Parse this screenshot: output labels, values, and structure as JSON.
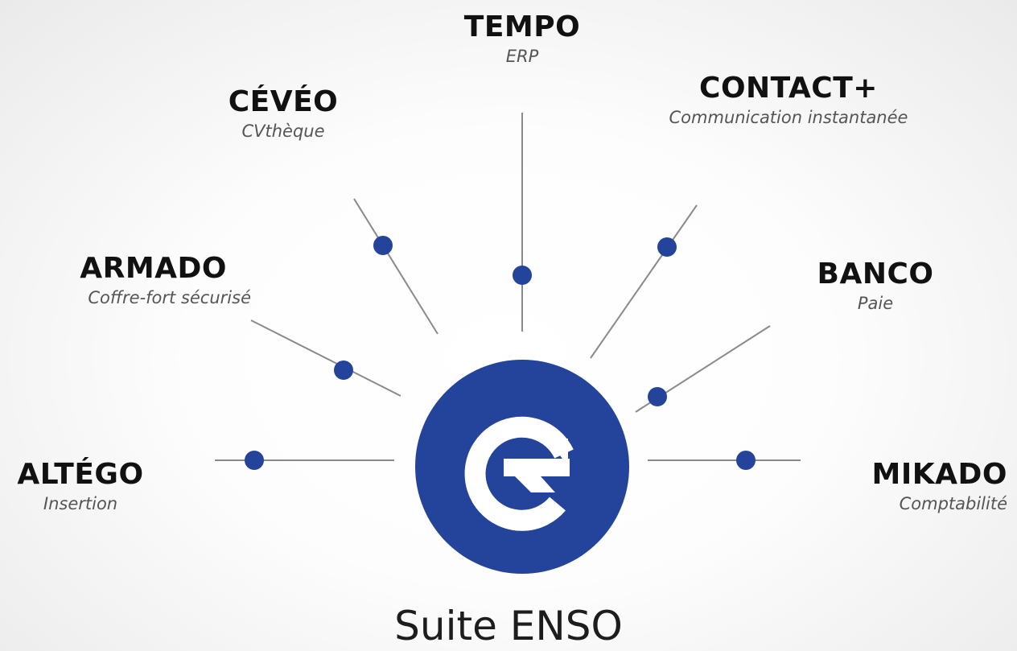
{
  "diagram": {
    "title": "Suite ENSO",
    "center_icon": "enso-e-logo-icon",
    "colors": {
      "accent": "#23449a",
      "line": "#8a8a8a",
      "name_text": "#111111",
      "sub_text": "#555555"
    },
    "nodes": [
      {
        "id": "altego",
        "name": "ALTÉGO",
        "subtitle": "Insertion"
      },
      {
        "id": "armado",
        "name": "ARMADO",
        "subtitle": "Coffre-fort sécurisé"
      },
      {
        "id": "ceveo",
        "name": "CÉVÉO",
        "subtitle": "CVthèque"
      },
      {
        "id": "tempo",
        "name": "TEMPO",
        "subtitle": "ERP"
      },
      {
        "id": "contact",
        "name": "CONTACT+",
        "subtitle": "Communication instantanée"
      },
      {
        "id": "banco",
        "name": "BANCO",
        "subtitle": "Paie"
      },
      {
        "id": "mikado",
        "name": "MIKADO",
        "subtitle": "Comptabilité"
      }
    ]
  }
}
